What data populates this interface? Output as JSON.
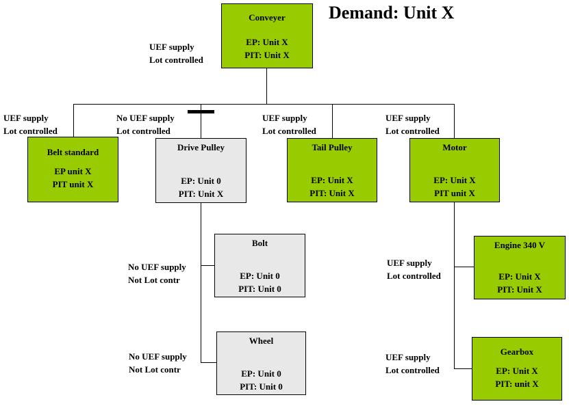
{
  "title": "Demand: Unit X",
  "colors": {
    "supplied_node": "#99CC00",
    "not_supplied_node": "#E8E8E8",
    "line": "#000000",
    "background": "#FFFFFF"
  },
  "nodes": {
    "conveyer": {
      "title": "Conveyer",
      "ep": "EP: Unit X",
      "pit": "PIT: Unit X",
      "variant": "green"
    },
    "belt": {
      "title": "Belt standard",
      "ep": "EP unit X",
      "pit": "PIT unit X",
      "variant": "green"
    },
    "drive": {
      "title": "Drive Pulley",
      "ep": "EP: Unit 0",
      "pit": "PIT: Unit X",
      "variant": "gray"
    },
    "tail": {
      "title": "Tail Pulley",
      "ep": "EP: Unit X",
      "pit": "PIT: Unit X",
      "variant": "green"
    },
    "motor": {
      "title": "Motor",
      "ep": "EP: Unit X",
      "pit": "PIT unit X",
      "variant": "green"
    },
    "bolt": {
      "title": "Bolt",
      "ep": "EP: Unit 0",
      "pit": "PIT: Unit 0",
      "variant": "gray"
    },
    "wheel": {
      "title": "Wheel",
      "ep": "EP: Unit 0",
      "pit": "PIT: Unit 0",
      "variant": "gray"
    },
    "engine": {
      "title": "Engine 340 V",
      "ep": "EP: Unit X",
      "pit": "PIT: Unit X",
      "variant": "green"
    },
    "gearbox": {
      "title": "Gearbox",
      "ep": "EP: Unit X",
      "pit": "PIT: unit X",
      "variant": "green"
    }
  },
  "labels": {
    "conveyer": {
      "line1": "UEF supply",
      "line2": "Lot controlled"
    },
    "belt": {
      "line1": "UEF supply",
      "line2": "Lot controlled"
    },
    "drive": {
      "line1": "No UEF supply",
      "line2": "Lot controlled"
    },
    "tail": {
      "line1": "UEF supply",
      "line2": "Lot controlled"
    },
    "motor": {
      "line1": "UEF supply",
      "line2": "Lot controlled"
    },
    "bolt": {
      "line1": "No UEF supply",
      "line2": "Not Lot contr"
    },
    "wheel": {
      "line1": "No UEF supply",
      "line2": "Not Lot contr"
    },
    "engine": {
      "line1": "UEF supply",
      "line2": "Lot controlled"
    },
    "gearbox": {
      "line1": "UEF supply",
      "line2": "Lot controlled"
    }
  }
}
